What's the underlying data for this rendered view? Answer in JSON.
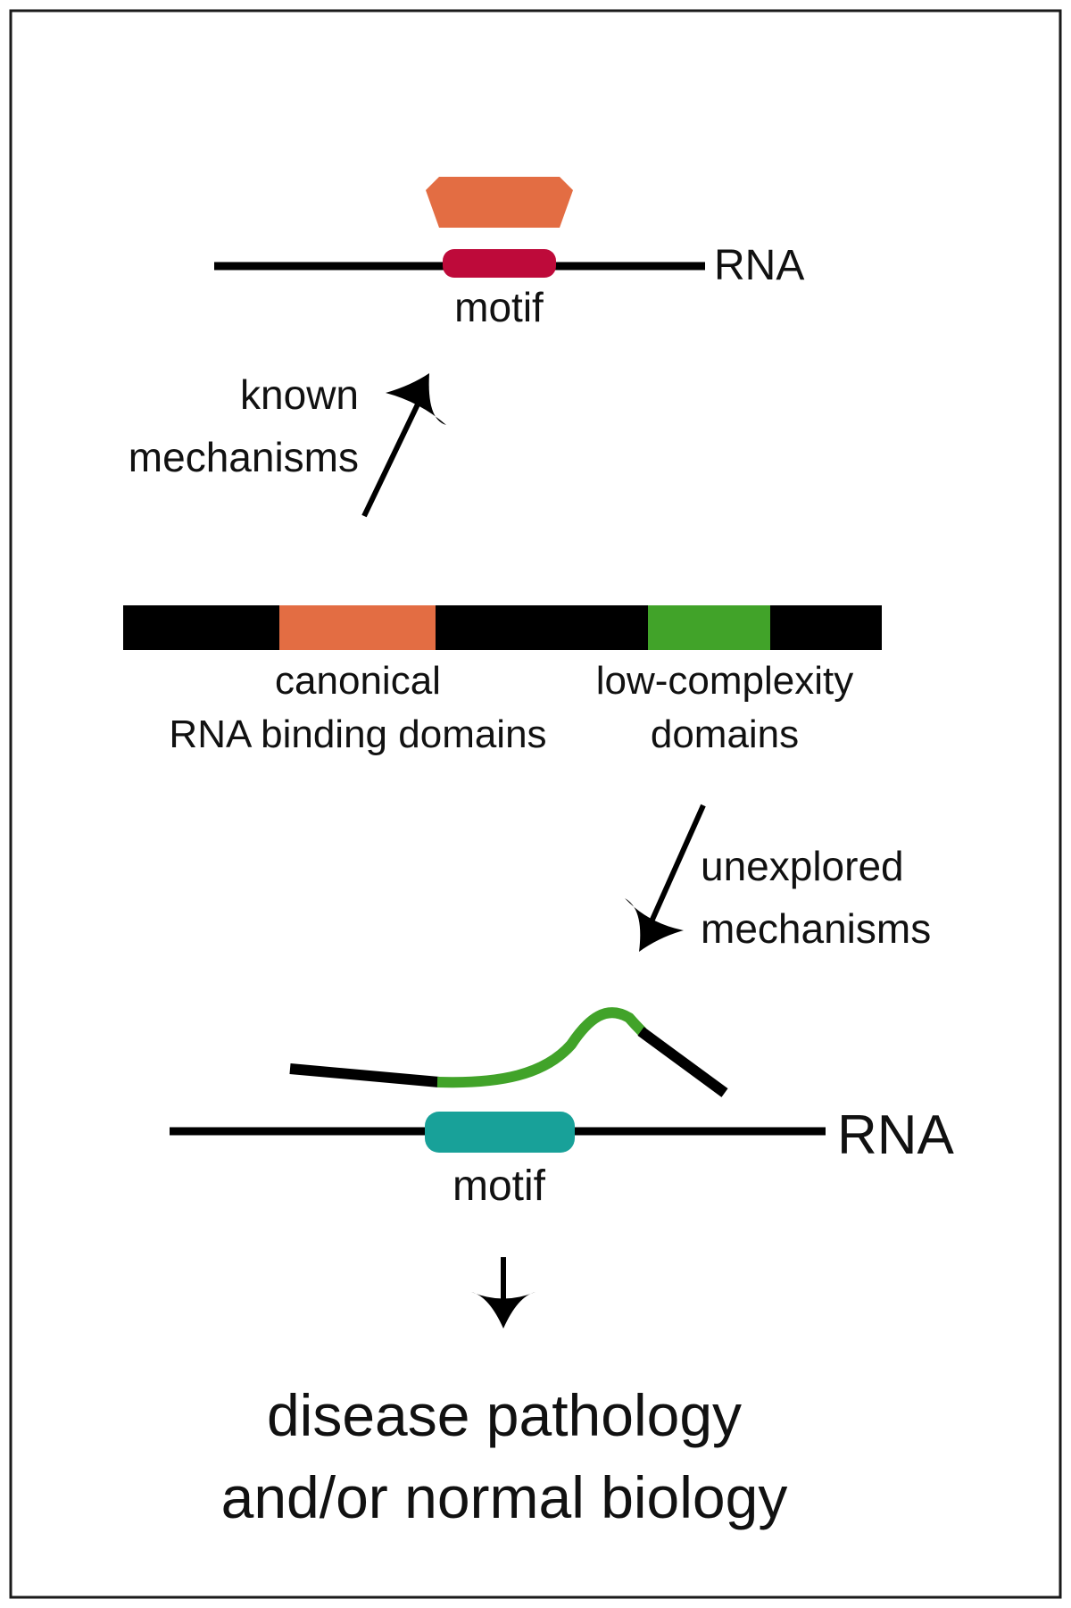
{
  "colors": {
    "frame": "#1a1a1a",
    "line": "#000000",
    "rbd_orange": "#e36d43",
    "motif_top": "#be0a3a",
    "lc_green": "#41a329",
    "motif_bottom": "#18a199"
  },
  "top_panel": {
    "rna_label": "RNA",
    "motif_label": "motif",
    "protein_shape": "orange-hexagon"
  },
  "arrow_up": {
    "label_line1": "known",
    "label_line2": "mechanisms"
  },
  "protein_bar": {
    "rbd_label_line1": "canonical",
    "rbd_label_line2": "RNA binding domains",
    "lc_label_line1": "low-complexity",
    "lc_label_line2": "domains"
  },
  "arrow_down": {
    "label_line1": "unexplored",
    "label_line2": "mechanisms"
  },
  "bottom_panel": {
    "rna_label": "RNA",
    "motif_label": "motif"
  },
  "outcome": {
    "line1": "disease pathology",
    "line2": "and/or normal biology"
  }
}
